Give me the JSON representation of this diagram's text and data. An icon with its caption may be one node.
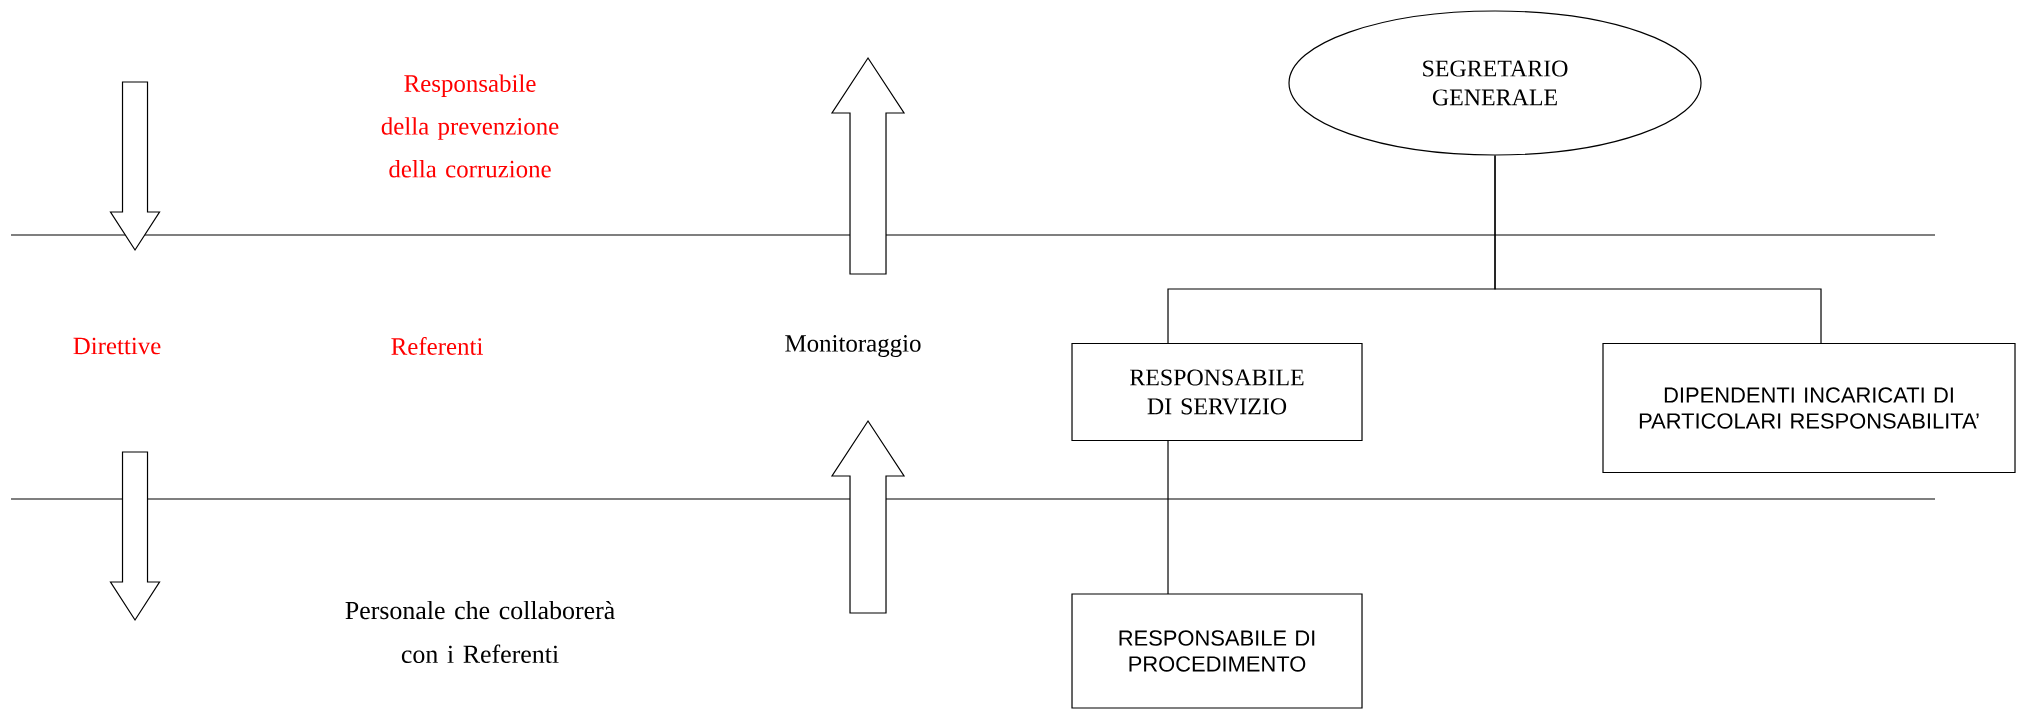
{
  "diagram": {
    "nodes": [
      {
        "text": [
          "SEGRETARIO GENERALE"
        ]
      },
      {
        "text": [
          "RESPONSABILE DI SERVIZIO"
        ]
      },
      {
        "text": [
          "DIPENDENTI INCARICATI DI PARTICOLARI RESPONSABILITA’"
        ]
      },
      {
        "text": [
          "RESPONSABILE DI PROCEDIMENTO"
        ]
      }
    ],
    "edges": [
      {
        "from": 0,
        "to": 1,
        "arrow": "none"
      },
      {
        "from": 0,
        "to": 2,
        "arrow": "none"
      },
      {
        "from": 1,
        "to": 3,
        "arrow": "none"
      }
    ],
    "labels": [
      "Responsabile della prevenzione della corruzione",
      "Direttive",
      "Referenti",
      "Monitoraggio",
      "Personale che collaborerà con i Referenti"
    ]
  }
}
